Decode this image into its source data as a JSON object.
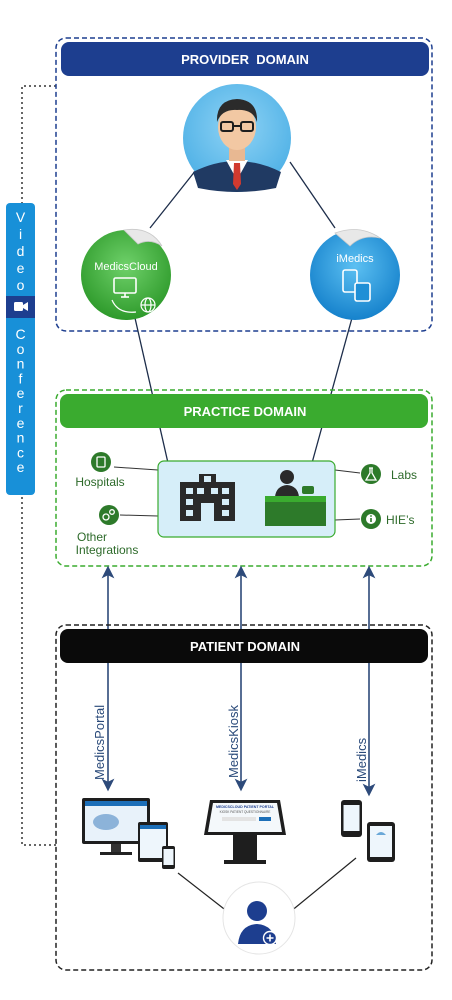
{
  "provider_domain": {
    "title": "PROVIDER  DOMAIN"
  },
  "practice_domain": {
    "title": "PRACTICE DOMAIN"
  },
  "patient_domain": {
    "title": "PATIENT DOMAIN"
  },
  "video_conference": {
    "line1": "Video",
    "line2": "Conference"
  },
  "provider_nodes": {
    "medicscloud": "MedicsCloud",
    "imedics": "iMedics"
  },
  "practice_items": {
    "hospitals": "Hospitals",
    "other_integrations_1": "Other",
    "other_integrations_2": "Integrations",
    "labs": "Labs",
    "hies": "HIE’s"
  },
  "channels": {
    "portal": "MedicsPortal",
    "kiosk": "MedicsKiosk",
    "imedics": "iMedics"
  },
  "kiosk_screen": {
    "line1": "MEDICSCLOUD PATIENT PORTAL",
    "line2": "KIOSK PATIENT QUESTIONNAIRE"
  },
  "colors": {
    "navy": "#1d3e8f",
    "green": "#3aab2f",
    "light_blue": "#d6eef9",
    "dark_green": "#2d7a2a",
    "video_blue": "#1890d8"
  }
}
